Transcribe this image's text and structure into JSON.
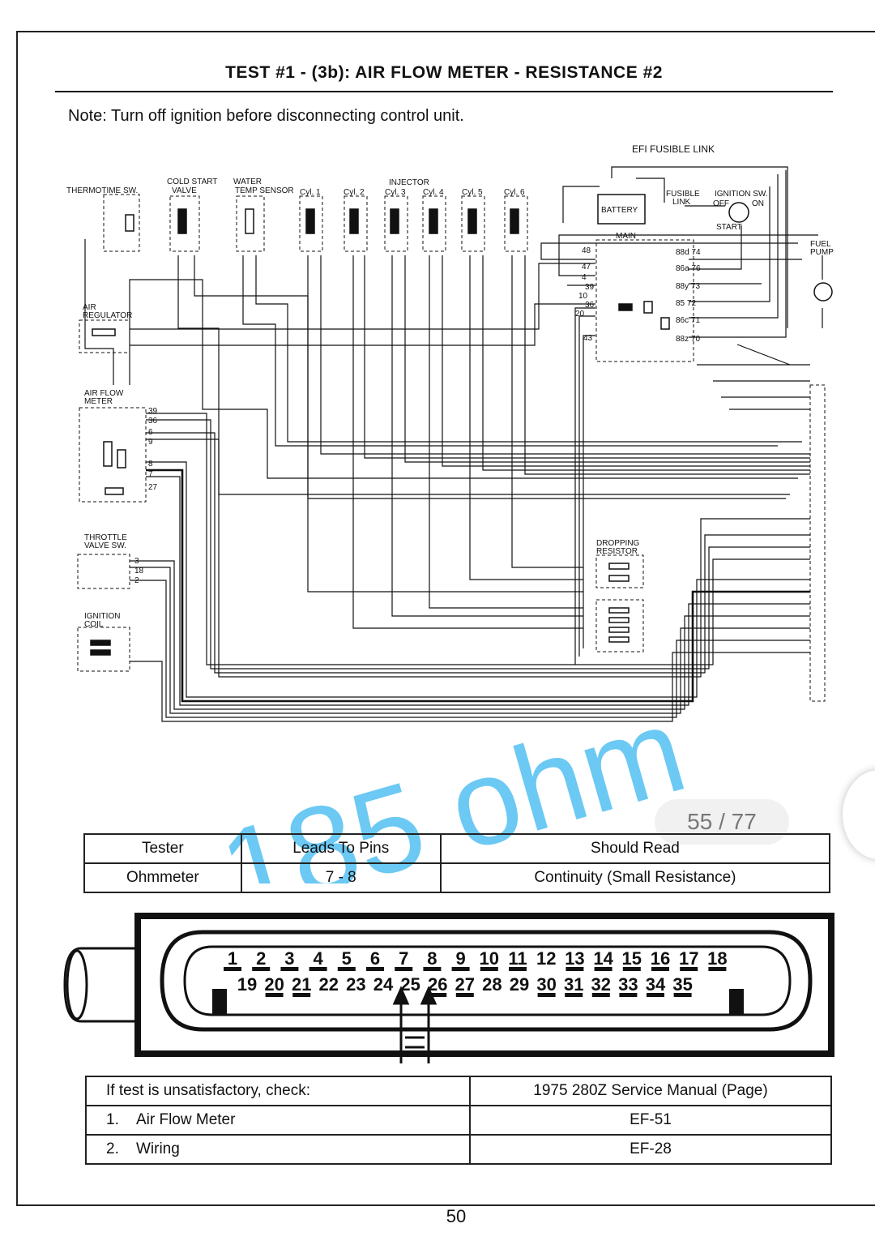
{
  "title": "TEST #1 - (3b): AIR FLOW METER - RESISTANCE #2",
  "note": "Note: Turn off ignition before disconnecting control unit.",
  "diagram": {
    "efi_fusible_link": "EFI FUSIBLE LINK",
    "thermotime": "THERMOTIME SW.",
    "cold_start": "COLD START",
    "cold_start_2": "VALVE",
    "water_temp": "WATER",
    "water_temp_2": "TEMP SENSOR",
    "injector": "INJECTOR",
    "cyl1": "Cyl. 1",
    "cyl2": "Cyl. 2",
    "cyl3": "Cyl. 3",
    "cyl4": "Cyl. 4",
    "cyl5": "Cyl. 5",
    "cyl6": "Cyl. 6",
    "battery": "BATTERY",
    "fusible_link": "FUSIBLE",
    "fusible_link_2": "LINK",
    "ignition_sw": "IGNITION SW.",
    "off": "OFF",
    "on": "ON",
    "start": "START",
    "main": "MAIN",
    "fuel_pump": "FUEL",
    "fuel_pump_2": "PUMP",
    "air_regulator": "AIR",
    "air_regulator_2": "REGULATOR",
    "air_flow_meter": "AIR FLOW",
    "air_flow_meter_2": "METER",
    "throttle": "THROTTLE",
    "throttle_2": "VALVE SW.",
    "ignition_coil": "IGNITION",
    "ignition_coil_2": "COIL",
    "dropping_resistor": "DROPPING",
    "dropping_resistor_2": "RESISTOR",
    "afm_pins": [
      "39",
      "36",
      "6",
      "9",
      "8",
      "7",
      "27"
    ],
    "throttle_pins": [
      "3",
      "18",
      "2"
    ],
    "relay_pins_left": [
      "48",
      "47",
      "4",
      "39",
      "10",
      "36",
      "20",
      "43"
    ],
    "relay_pins_right": [
      "88d 74",
      "86a 76",
      "88y 73",
      "85 72",
      "86c 71",
      "88z 70"
    ],
    "annotation": "185 ohm"
  },
  "tester_table": {
    "headers": [
      "Tester",
      "Leads To Pins",
      "Should Read"
    ],
    "row": [
      "Ohmmeter",
      "7 - 8",
      "Continuity (Small Resistance)"
    ]
  },
  "connector": {
    "top_row": [
      "1",
      "2",
      "3",
      "4",
      "5",
      "6",
      "7",
      "8",
      "9",
      "10",
      "11",
      "12",
      "13",
      "14",
      "15",
      "16",
      "17",
      "18"
    ],
    "bottom_row": [
      "19",
      "20",
      "21",
      "22",
      "23",
      "24",
      "25",
      "26",
      "27",
      "28",
      "29",
      "30",
      "31",
      "32",
      "33",
      "34",
      "35"
    ]
  },
  "check_table": {
    "headers": [
      "If test is unsatisfactory, check:",
      "1975 280Z Service Manual (Page)"
    ],
    "rows": [
      {
        "num": "1.",
        "item": "Air Flow Meter",
        "page": "EF-51"
      },
      {
        "num": "2.",
        "item": "Wiring",
        "page": "EF-28"
      }
    ]
  },
  "page_indicator": "55 / 77",
  "page_number": "50"
}
